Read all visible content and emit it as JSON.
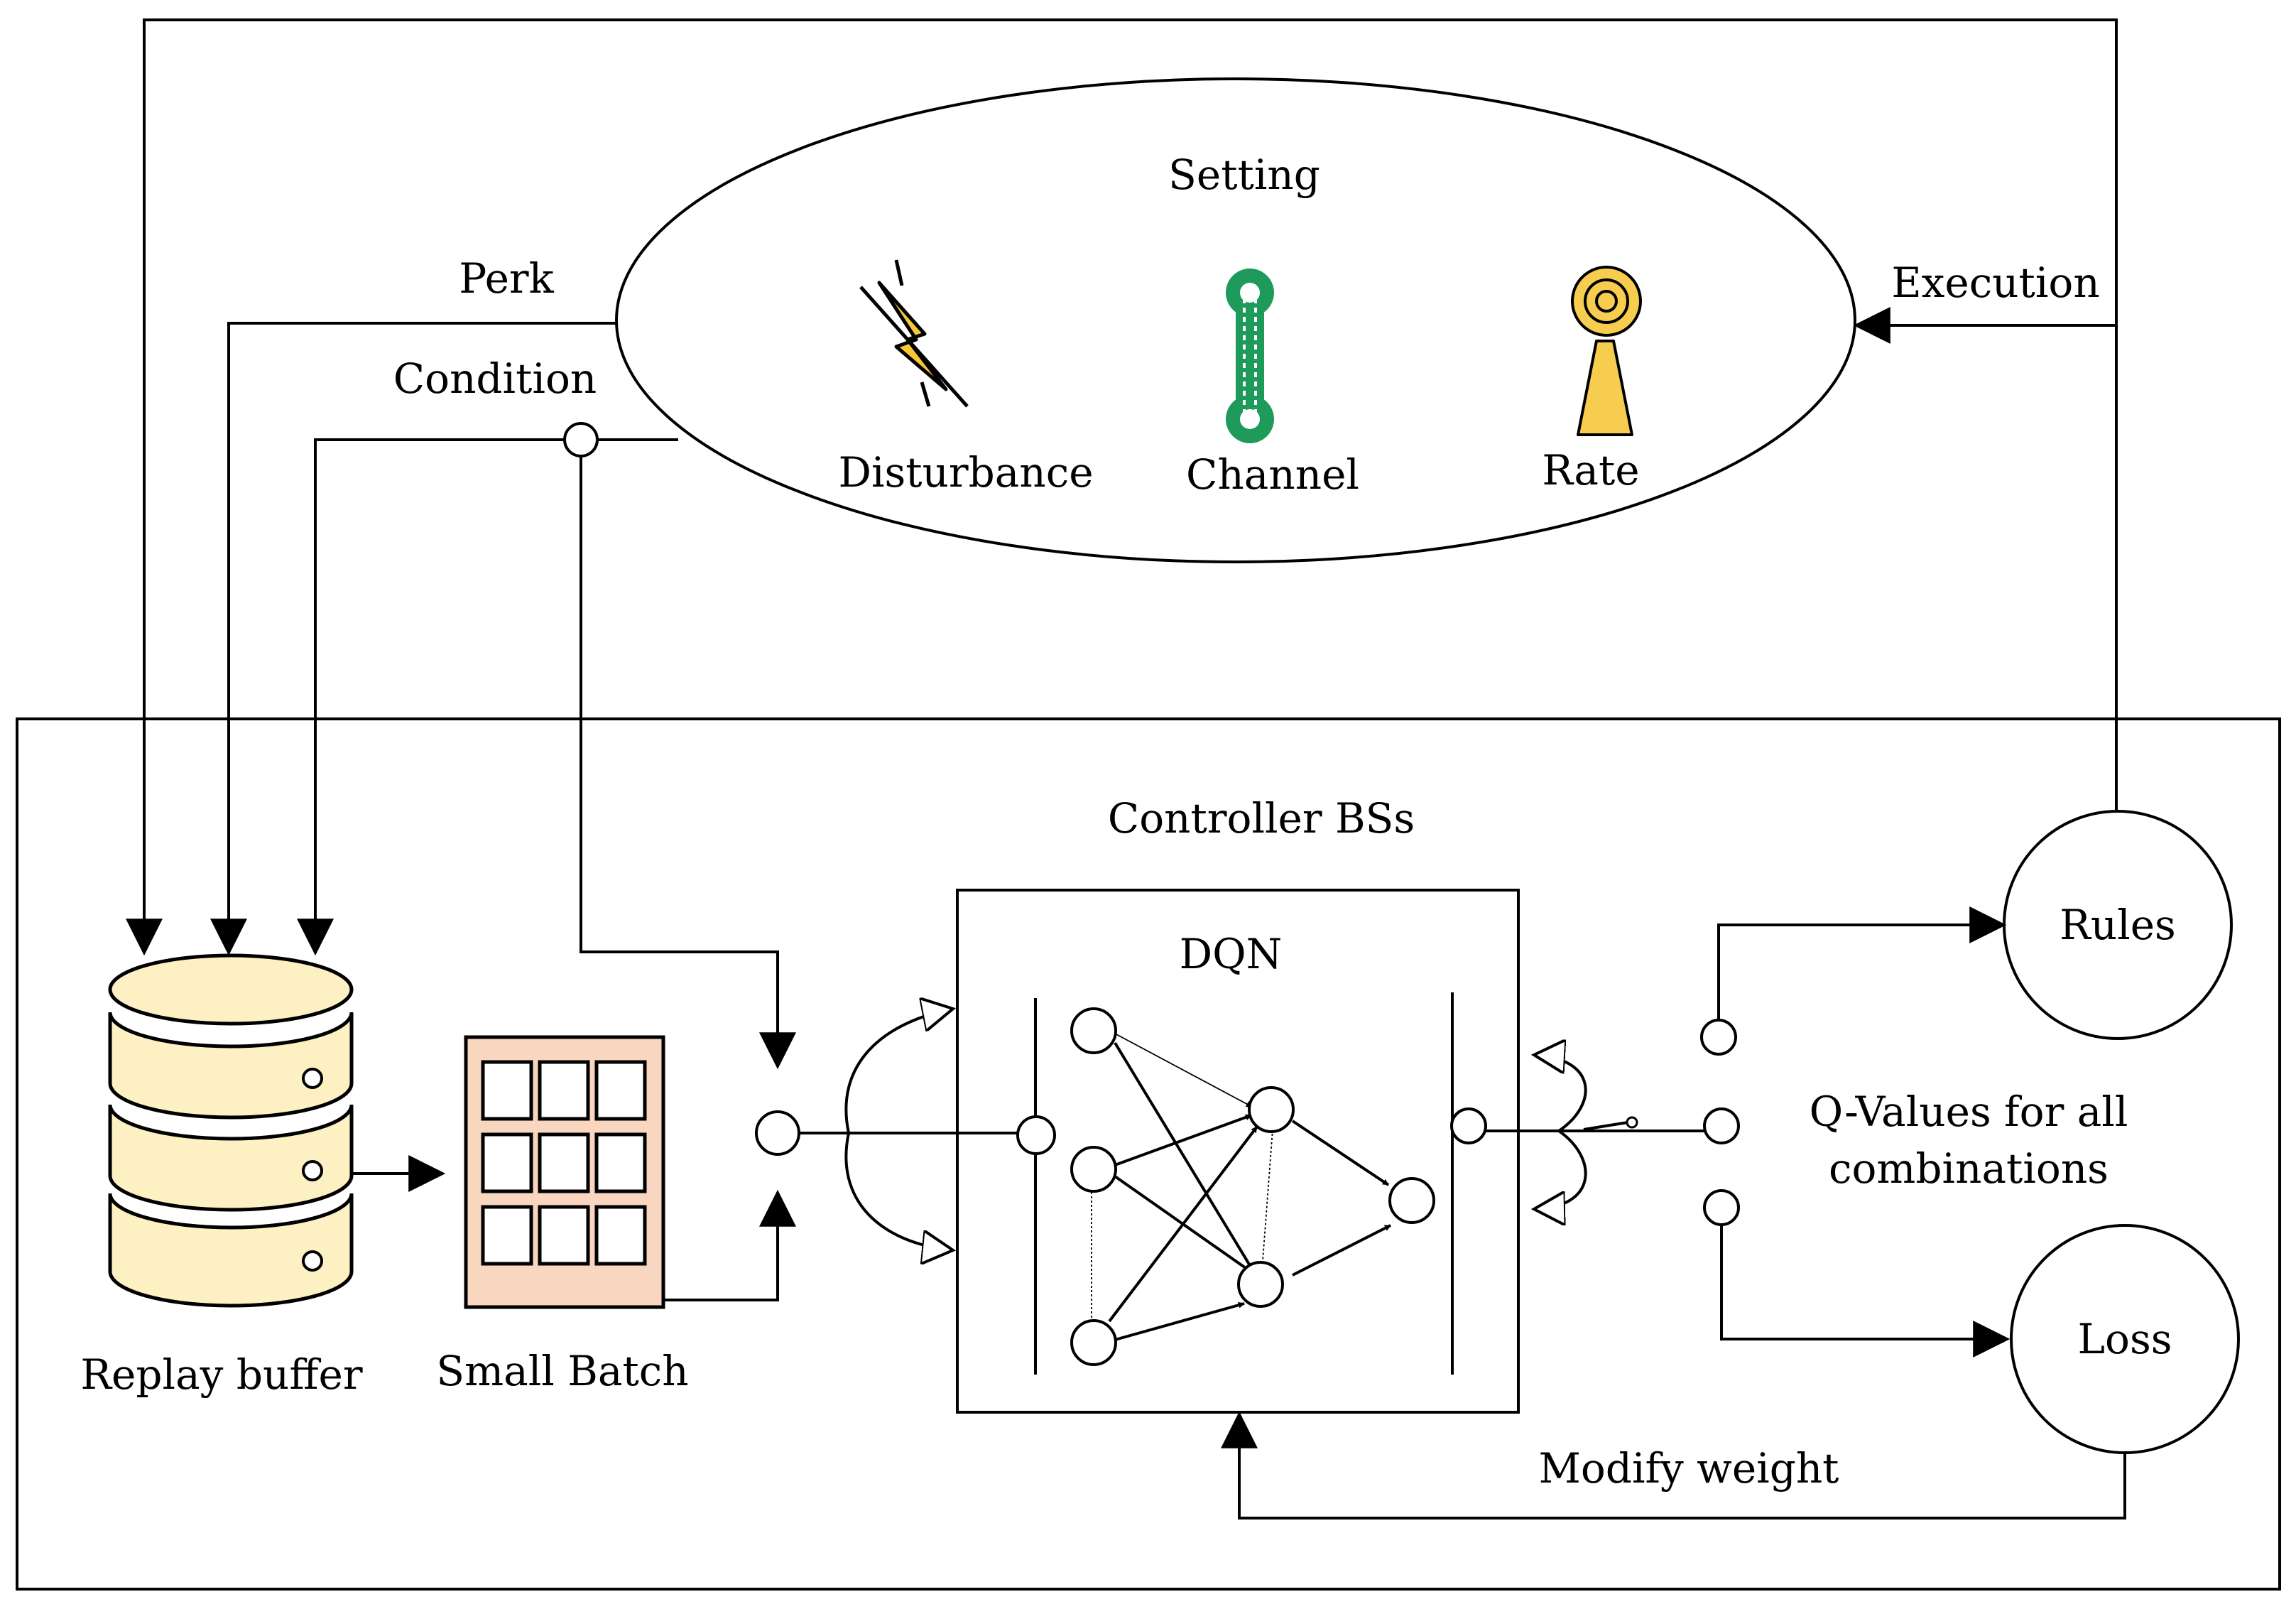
{
  "labels": {
    "setting": "Setting",
    "perk": "Perk",
    "condition": "Condition",
    "execution": "Execution",
    "disturbance": "Disturbance",
    "channel": "Channel",
    "rate": "Rate",
    "controller": "Controller BSs",
    "dqn": "DQN",
    "replay_buffer": "Replay buffer",
    "small_batch": "Small Batch",
    "rules": "Rules",
    "loss": "Loss",
    "q_values_line1": "Q-Values for all",
    "q_values_line2": "combinations",
    "modify_weight": "Modify weight"
  },
  "colors": {
    "database_fill": "#fdf0c2",
    "batch_fill": "#f9d6c0",
    "channel_green": "#1e9a5a",
    "rate_yellow": "#f6cd4f",
    "lightning_yellow": "#f7c736"
  },
  "icons": {
    "disturbance": "lightning-icon",
    "channel": "chain-link-icon",
    "rate": "antenna-icon",
    "replay_buffer": "database-icon",
    "small_batch": "grid-icon"
  }
}
